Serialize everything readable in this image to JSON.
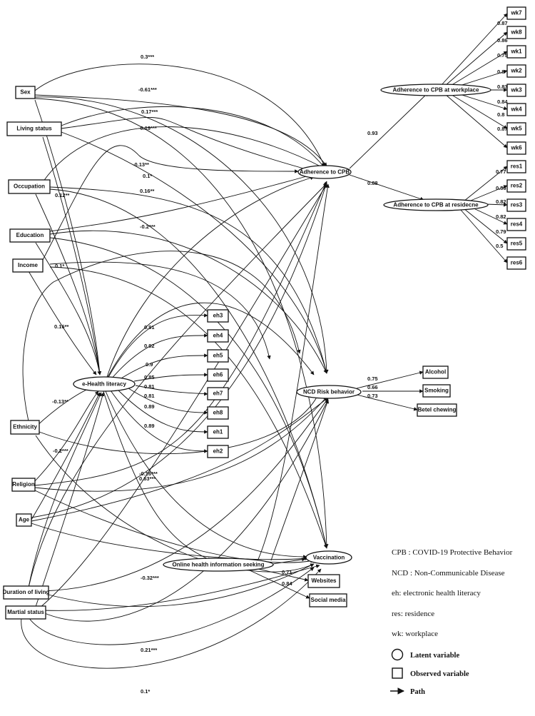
{
  "observed": {
    "sex": "Sex",
    "living": "Living status",
    "occupation": "Occupation",
    "education": "Education",
    "income": "Income",
    "ethnicity": "Ethnicity",
    "religion": "Religion",
    "age": "Age",
    "duration": "Duration of living",
    "marital": "Martial status",
    "wk7": "wk7",
    "wk8": "wk8",
    "wk1": "wk1",
    "wk2": "wk2",
    "wk3": "wk3",
    "wk4": "wk4",
    "wk5": "wk5",
    "wk6": "wk6",
    "res1": "res1",
    "res2": "res2",
    "res3": "res3",
    "res4": "res4",
    "res5": "res5",
    "res6": "res6",
    "eh3": "eh3",
    "eh4": "eh4",
    "eh5": "eh5",
    "eh6": "eh6",
    "eh7": "eh7",
    "eh8": "eh8",
    "eh1": "eh1",
    "eh2": "eh2",
    "alcohol": "Alcohol",
    "smoking": "Smoking",
    "betel": "Betel chewing",
    "websites": "Websites",
    "social": "Social media"
  },
  "latent": {
    "workplace": "Adherence to CPB at workplace",
    "residence": "Adherence to CPB at residecne",
    "cpb": "Adherence to CPB",
    "ehl": "e-Health literacy",
    "ncd": "NCD Risk behavior",
    "ohis": "Online health information seeking",
    "vacc": "Vaccination"
  },
  "coefficients": {
    "wk7": "0.87",
    "wk8": "0.86",
    "wk1": "0.75",
    "wk2": "0.8",
    "wk3": "0.83",
    "wk4": "0.84",
    "wk5": "0.8",
    "wk6": "0.87",
    "res1": "0.77",
    "res2": "0.56",
    "res3": "0.82",
    "res4": "0.82",
    "res5": "0.79",
    "res6": "0.5",
    "eh3": "0.91",
    "eh4": "0.92",
    "eh5": "0.9",
    "eh6": "0.85",
    "eh7": "0.81",
    "eh8": "0.81",
    "eh1": "0.89",
    "eh2": "0.89",
    "alcohol": "0.75",
    "smoking": "0.66",
    "betel": "0.73",
    "websites": "0.71",
    "social": "0.84",
    "cpb_work": "0.93",
    "cpb_res": "0.88",
    "c1": "0.3***",
    "c2": "-0.61***",
    "c3": "0.17***",
    "c4": "-0.19***",
    "c5": "-0.13**",
    "c6": "0.1*",
    "c7": "0.12**",
    "c8": "0.16**",
    "c9": "-0.2***",
    "c10": "0.1*",
    "c11": "0.16**",
    "c12": "-0.13**",
    "c13": "-0.2***",
    "c14": "-0.16***",
    "c15": "0.63***",
    "c16": "-0.32***",
    "c17": "0.21***",
    "c18": "0.1*"
  },
  "legend": {
    "cpb": "CPB : COVID-19 Protective Behavior",
    "ncd": "NCD : Non-Communicable Disease",
    "eh": "eh: electronic health literacy",
    "res": "res: residence",
    "wk": "wk: workplace",
    "latent": "Latent variable",
    "observed": "Observed variable",
    "path": "Path"
  }
}
